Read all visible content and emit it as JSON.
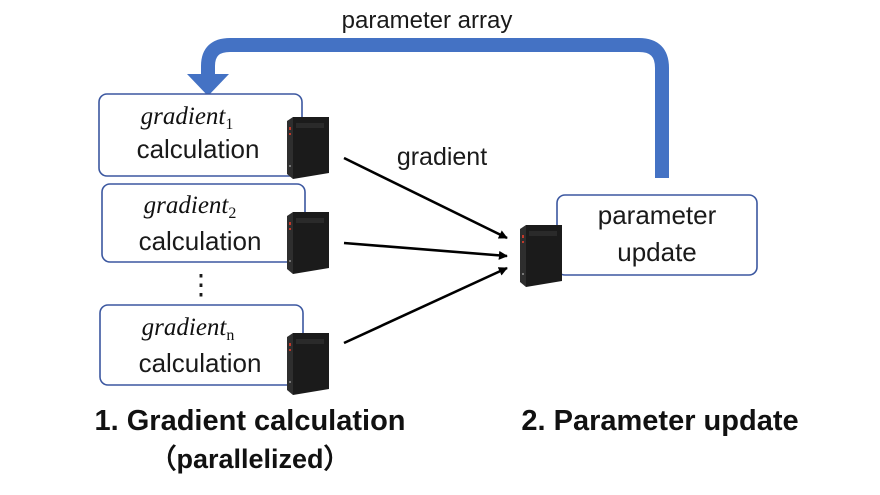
{
  "feedback_label": "parameter array",
  "edge_label": "gradient",
  "workers": [
    {
      "math_base": "gradient",
      "math_sub": "1",
      "label": "calculation"
    },
    {
      "math_base": "gradient",
      "math_sub": "2",
      "label": "calculation"
    },
    {
      "math_base": "gradient",
      "math_sub": "n",
      "label": "calculation"
    }
  ],
  "ellipsis": "⋮",
  "server": {
    "line1": "parameter",
    "line2": "update"
  },
  "captions": {
    "left_line1": "1. Gradient calculation",
    "left_line2": "（parallelized）",
    "right": "2. Parameter update"
  },
  "colors": {
    "feedback_arrow": "#4472c4",
    "box_border": "#3b57a0",
    "pc_tower": "#1b1b1b",
    "pc_accent": "#c0392b"
  },
  "icons": [
    "pc-tower-icon"
  ]
}
